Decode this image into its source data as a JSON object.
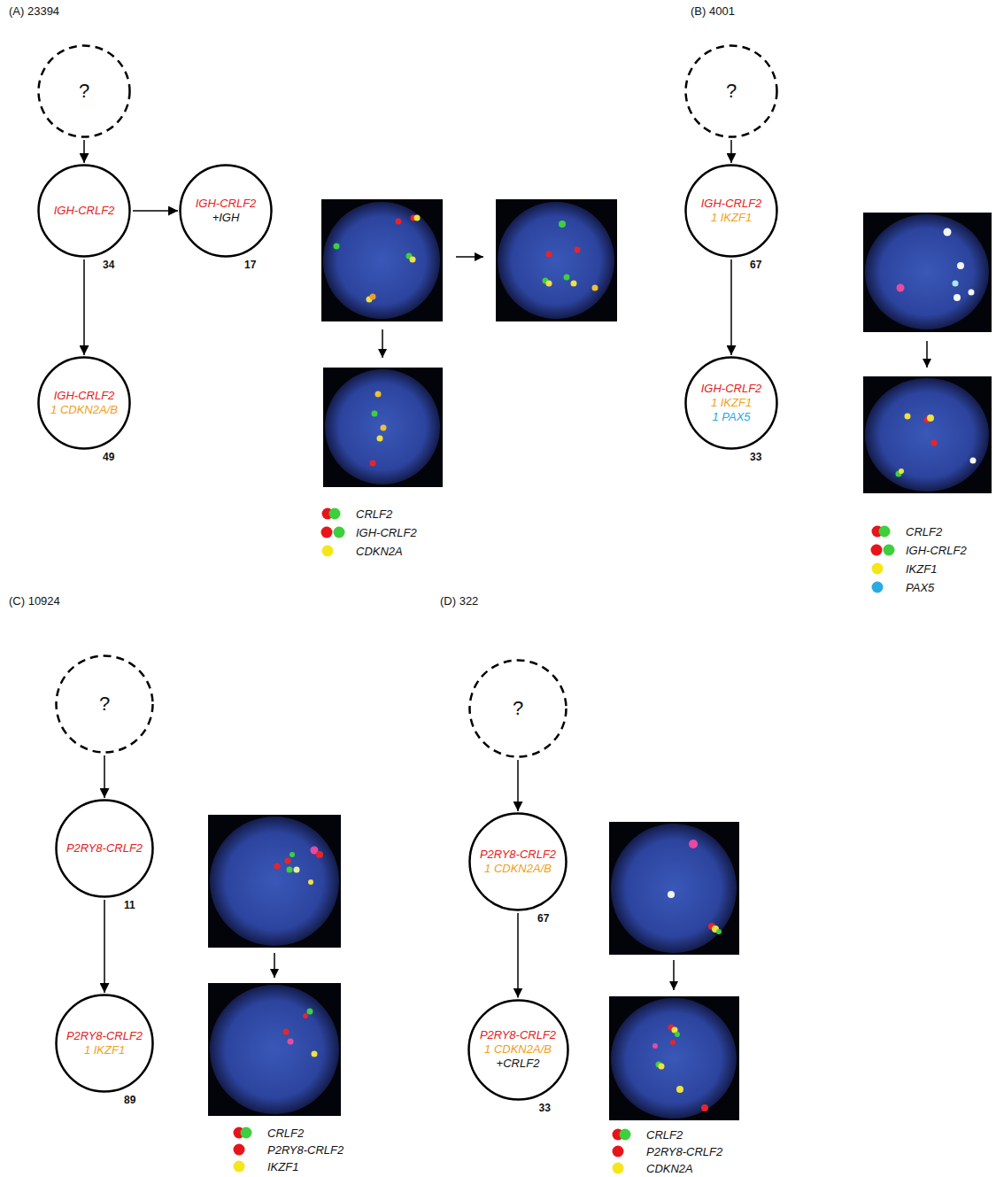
{
  "diagram": {
    "nodes": [
      {
        "text": [
          "?"
        ]
      },
      {
        "text": [
          "IGH-CRLF2",
          "34"
        ]
      },
      {
        "text": [
          "IGH-CRLF2",
          "+IGH",
          "17"
        ]
      },
      {
        "text": [
          "IGH-CRLF2",
          "1 CDKN2A/B",
          "49"
        ]
      },
      {
        "text": [
          "?"
        ]
      },
      {
        "text": [
          "IGH-CRLF2",
          "1 IKZF1",
          "67"
        ]
      },
      {
        "text": [
          "IGH-CRLF2",
          "1 IKZF1",
          "1 PAX5",
          "33"
        ]
      },
      {
        "text": [
          "?"
        ]
      },
      {
        "text": [
          "P2RY8-CRLF2",
          "11"
        ]
      },
      {
        "text": [
          "P2RY8-CRLF2",
          "1 IKZF1",
          "89"
        ]
      },
      {
        "text": [
          "?"
        ]
      },
      {
        "text": [
          "P2RY8-CRLF2",
          "1 CDKN2A/B",
          "67"
        ]
      },
      {
        "text": [
          "P2RY8-CRLF2",
          "1 CDKN2A/B",
          "+CRLF2",
          "33"
        ]
      }
    ],
    "edges": [
      {
        "from": 0,
        "to": 1,
        "arrow": "to"
      },
      {
        "from": 1,
        "to": 2,
        "arrow": "to"
      },
      {
        "from": 1,
        "to": 3,
        "arrow": "to"
      },
      {
        "from": 4,
        "to": 5,
        "arrow": "to"
      },
      {
        "from": 5,
        "to": 6,
        "arrow": "to"
      },
      {
        "from": 7,
        "to": 8,
        "arrow": "to"
      },
      {
        "from": 8,
        "to": 9,
        "arrow": "to"
      },
      {
        "from": 10,
        "to": 11,
        "arrow": "to"
      },
      {
        "from": 11,
        "to": 12,
        "arrow": "to"
      }
    ],
    "labels": [
      "(A) 23394",
      "(B) 4001",
      "(C) 10924",
      "(D) 322"
    ],
    "legend": [
      {
        "text": "CRLF2"
      },
      {
        "text": "IGH-CRLF2"
      },
      {
        "text": "CDKN2A",
        "color": "#f5e61a"
      },
      {
        "text": "CRLF2"
      },
      {
        "text": "IGH-CRLF2"
      },
      {
        "text": "IKZF1",
        "color": "#f5e61a"
      },
      {
        "text": "PAX5",
        "color": "#29abe2"
      },
      {
        "text": "CRLF2"
      },
      {
        "text": "P2RY8-CRLF2",
        "color": "#e8141b"
      },
      {
        "text": "IKZF1",
        "color": "#f5e61a"
      },
      {
        "text": "CRLF2"
      },
      {
        "text": "P2RY8-CRLF2",
        "color": "#e8141b"
      },
      {
        "text": "CDKN2A",
        "color": "#f5e61a"
      }
    ]
  }
}
